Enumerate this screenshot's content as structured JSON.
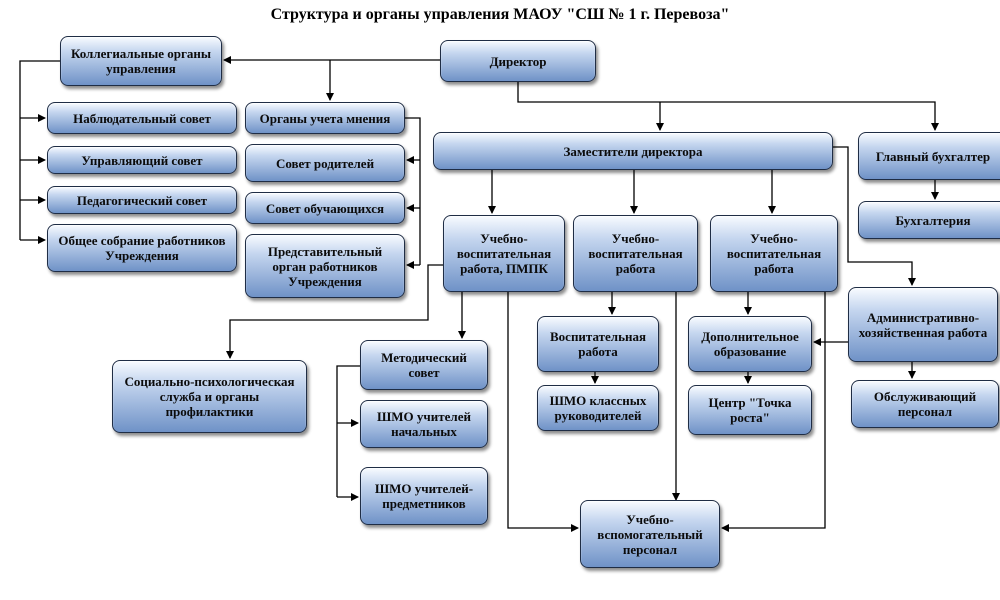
{
  "title": "Структура и органы управления МАОУ \"СШ № 1 г. Перевоза\"",
  "nodes": {
    "director": "Директор",
    "collegial": "Коллегиальные органы управления",
    "supervisory": "Наблюдательный совет",
    "managing": "Управляющий совет",
    "pedagogical": "Педагогический совет",
    "general_meeting": "Общее собрание работников Учреждения",
    "opinion_bodies": "Органы учета мнения",
    "parents_council": "Совет родителей",
    "students_council": "Совет обучающихся",
    "representative": "Представительный орган работников Учреждения",
    "deputies": "Заместители директора",
    "chief_accountant": "Главный бухгалтер",
    "accounting": "Бухгалтерия",
    "uvr_pmpk": "Учебно-воспитательная работа, ПМПК",
    "uvr_2": "Учебно-воспитательная работа",
    "uvr_3": "Учебно-воспитательная работа",
    "admin_econ": "Административно-хозяйственная работа",
    "service_staff": "Обслуживающий персонал",
    "social_psych": "Социально-психологическая служба и органы профилактики",
    "methodical": "Методический совет",
    "shmo_primary": "ШМО учителей начальных",
    "shmo_subject": "ШМО учителей-предметников",
    "educational_work": "Воспитательная работа",
    "shmo_class": "ШМО классных руководителей",
    "additional_edu": "Дополнительное образование",
    "tochka_rosta": "Центр \"Точка роста\"",
    "support_staff": "Учебно-вспомогательный персонал"
  }
}
